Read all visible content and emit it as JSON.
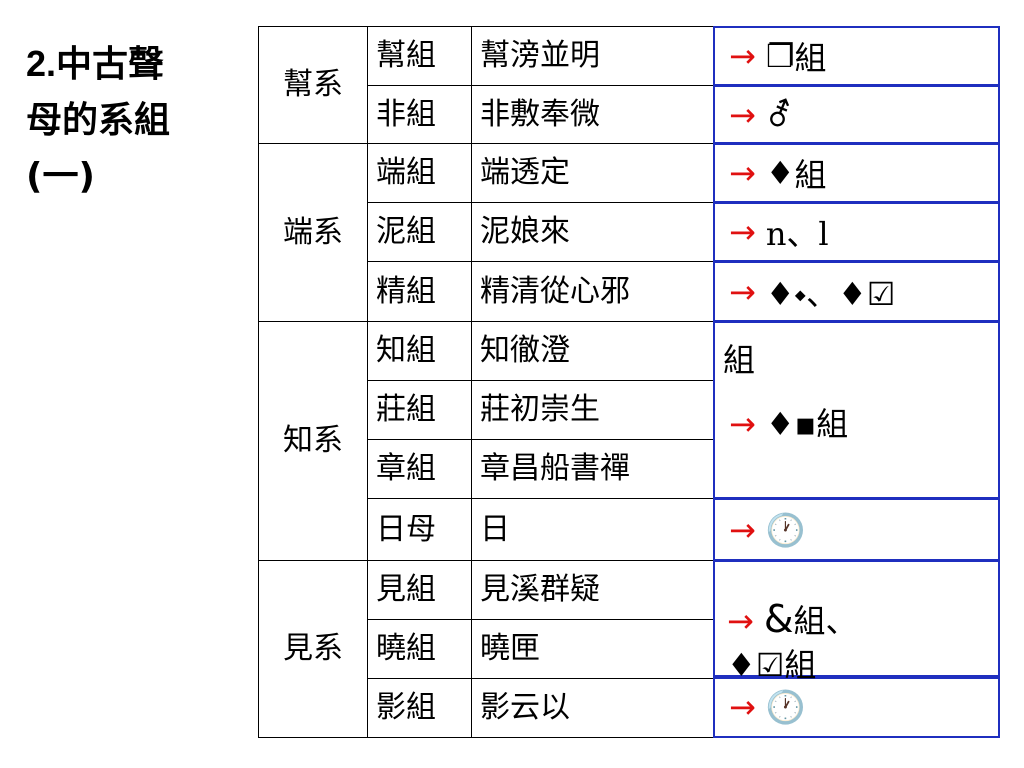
{
  "title": {
    "num": "2.",
    "line1": "中古聲",
    "line2": "母的系組",
    "line3": "(一)"
  },
  "table": {
    "groups": [
      {
        "name": "幫系",
        "rows": [
          {
            "zu": "幫組",
            "chars": "幫滂並明"
          },
          {
            "zu": "非組",
            "chars": "非敷奉微"
          }
        ]
      },
      {
        "name": "端系",
        "rows": [
          {
            "zu": "端組",
            "chars": "端透定"
          },
          {
            "zu": "泥組",
            "chars": "泥娘來"
          },
          {
            "zu": "精組",
            "chars": "精清從心邪"
          }
        ]
      },
      {
        "name": "知系",
        "rows": [
          {
            "zu": "知組",
            "chars": "知徹澄"
          },
          {
            "zu": "莊組",
            "chars": "莊初崇生"
          },
          {
            "zu": "章組",
            "chars": "章昌船書禪"
          },
          {
            "zu": "日母",
            "chars": "日"
          }
        ]
      },
      {
        "name": "見系",
        "rows": [
          {
            "zu": "見組",
            "chars": "見溪群疑"
          },
          {
            "zu": "曉組",
            "chars": "曉匣"
          },
          {
            "zu": "影組",
            "chars": "影云以"
          }
        ]
      }
    ]
  },
  "annotations": {
    "arrow": "→",
    "a1_sym": "❐",
    "a1_text": "組",
    "a2_sym": "⚦",
    "a3_sym": "♦",
    "a3_text": "組",
    "a4_text": "n、l",
    "a5_text": "♦⬩、♦☑",
    "a6_line1": "組",
    "a6_sym": "♦▪",
    "a6_text": "組",
    "a7_sym": "🕐",
    "a8_sym": "&",
    "a8_text": "組、",
    "a8_line2": "♦☑組",
    "a9_sym": "🕐"
  },
  "colors": {
    "arrow": "#e01010",
    "annotation_border": "#1f2fbf"
  }
}
